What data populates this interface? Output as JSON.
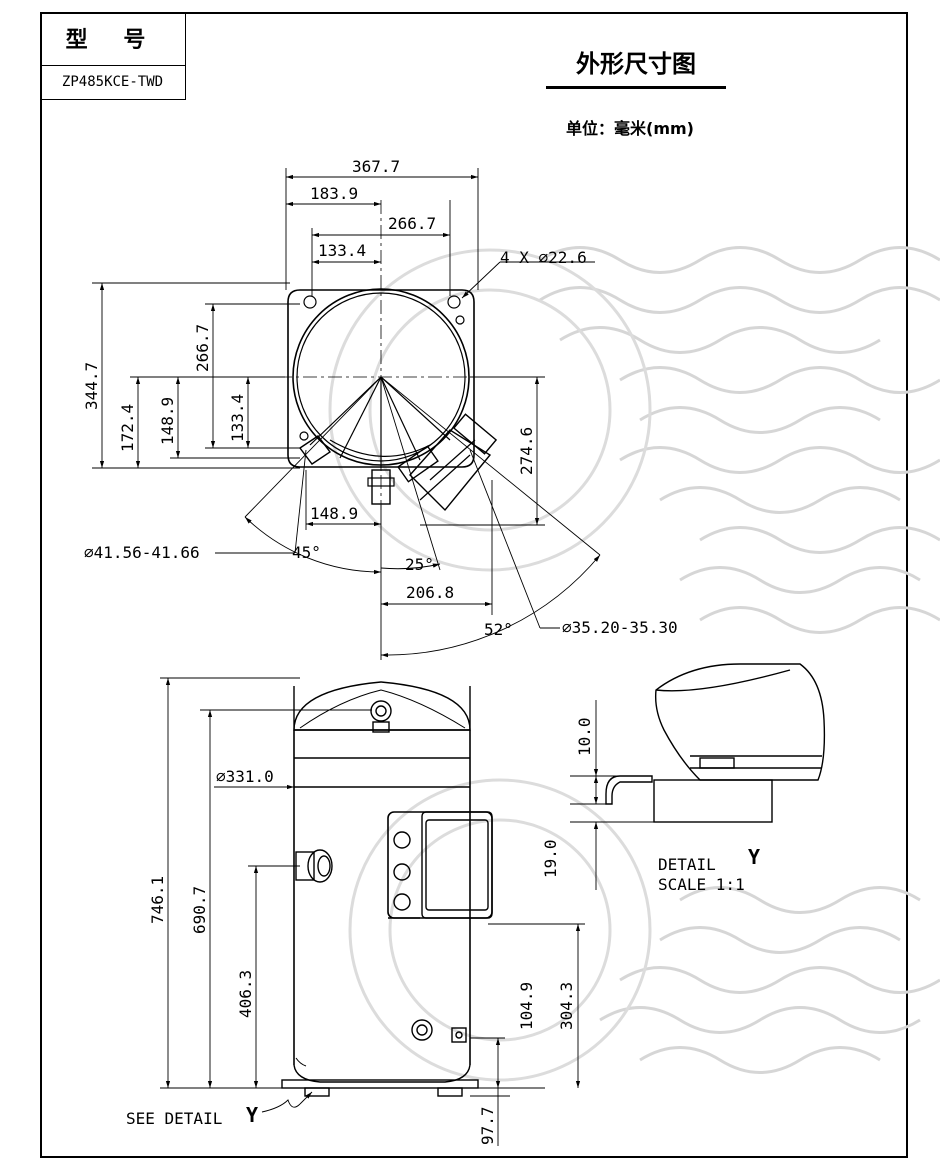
{
  "model": {
    "label": "型 号",
    "value": "ZP485KCE-TWD"
  },
  "title": "外形尺寸图",
  "unit": "单位：毫米(mm)",
  "top_view": {
    "widths": [
      "367.7",
      "183.9",
      "266.7",
      "133.4"
    ],
    "heights_left": [
      "344.7",
      "172.4",
      "148.9",
      "266.7",
      "133.4"
    ],
    "height_right": "274.6",
    "bottom_dims": [
      "148.9",
      "206.8"
    ],
    "holes": "4 X ∅22.6",
    "suction_dia": "∅41.56-41.66",
    "discharge_dia": "∅35.20-35.30",
    "angles": [
      "45°",
      "25°",
      "52°"
    ]
  },
  "side_view": {
    "overall_height": "746.1",
    "body_height": "690.7",
    "port_height": "406.3",
    "shell_dia": "∅331.0",
    "small_port_height": "104.9",
    "large_port_height": "304.3",
    "foot_offset": "97.7",
    "see_detail": "SEE DETAIL",
    "detail_letter": "Y"
  },
  "detail": {
    "dim_top": "10.0",
    "dim_bottom": "19.0",
    "label": "DETAIL",
    "letter": "Y",
    "scale": "SCALE  1:1"
  },
  "colors": {
    "line": "#000000",
    "watermark": "#c8c8c8"
  }
}
